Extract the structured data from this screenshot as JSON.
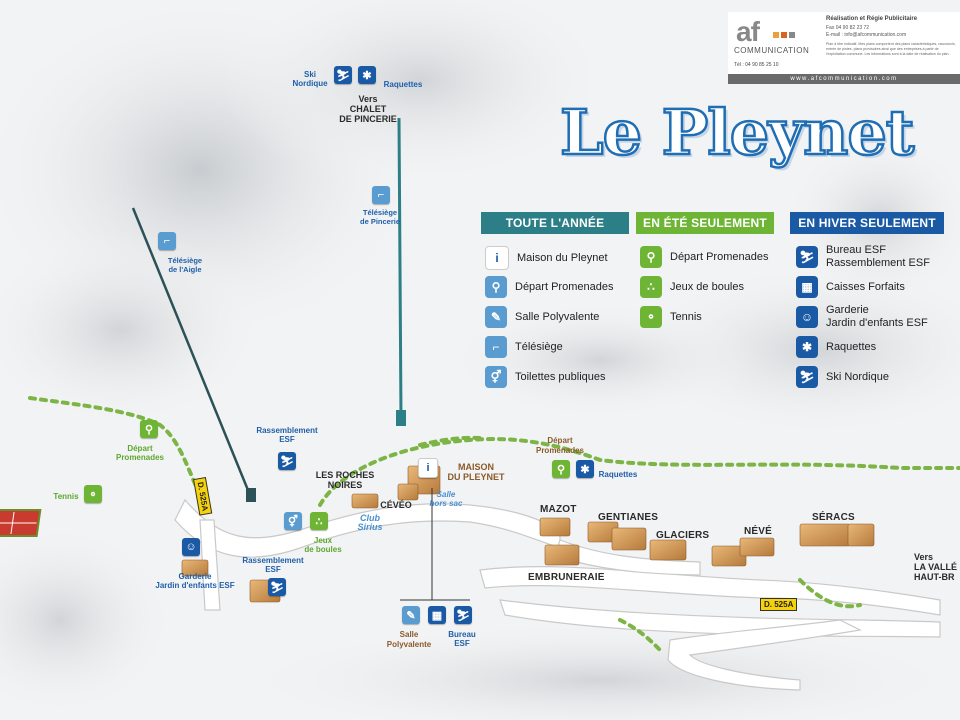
{
  "header": {
    "logo_text": "af",
    "company": "COMMUNICATION",
    "tagline": "Réalisation et Régie Publicitaire",
    "fax": "Fax 04 90 82 23 72",
    "email": "E-mail : info@afcommunication.com",
    "phone": "Tél : 04 90 85 25 10",
    "website": "www.afcommunication.com",
    "disclaimer": "Plan à titre indicatif. Mes plans comportent des plans caractéristiques, raccourcis, entrée de pistes, plans provisoires ainsi que des entreprises à partir de l'exploitation commune. Les informations sont à la date de réalisation du plan."
  },
  "title": "Le Pleynet",
  "legend": {
    "col1": {
      "header": "TOUTE L'ANNÉE",
      "items": [
        "Maison du Pleynet",
        "Départ Promenades",
        "Salle Polyvalente",
        "Télésiège",
        "Toilettes publiques"
      ]
    },
    "col2": {
      "header": "EN ÉTÉ SEULEMENT",
      "items": [
        "Départ Promenades",
        "Jeux de boules",
        "Tennis"
      ]
    },
    "col3": {
      "header": "EN HIVER SEULEMENT",
      "items": [
        "Bureau ESF\nRassemblement ESF",
        "Caisses Forfaits",
        "Garderie\nJardin d'enfants ESF",
        "Raquettes",
        "Ski Nordique"
      ]
    }
  },
  "map": {
    "ski_nordique": "Ski\nNordique",
    "raquettes_top": "Raquettes",
    "vers_chalet": "Vers\nCHALET\nDE PINCERIE",
    "telesiege_pincerie": "Télésiège\nde Pincerie",
    "telesiege_aigle": "Télésiège\nde l'Aigle",
    "depart_promenades_left": "Départ\nPromenades",
    "rassemblement_esf_top": "Rassemblement\nESF",
    "tennis": "Tennis",
    "les_roches_noires": "LES ROCHES\nNOIRES",
    "ceveo": "CÉVÉO",
    "maison_du_pleynet": "MAISON\nDU PLEYNET",
    "salle_hors_sac": "Salle\nhors sac",
    "club_sirius": "Club\nSirius",
    "jeux_de_boules": "Jeux\nde boules",
    "garderie": "Garderie\nJardin d'enfants ESF",
    "rassemblement_esf_bottom": "Rassemblement\nESF",
    "salle_polyvalente": "Salle\nPolyvalente",
    "bureau_esf": "Bureau\nESF",
    "depart_promenades_center": "Départ\nPromenades",
    "raquettes_center": "Raquettes",
    "mazot": "MAZOT",
    "gentianes": "GENTIANES",
    "glaciers": "GLACIERS",
    "neve": "NÉVÉ",
    "seracs": "SÉRACS",
    "embruneraie": "EMBRUNERAIE",
    "vers_vallee": "Vers\nLA VALLÉ\nHAUT-BR",
    "road_d525a_left": "D. 525A",
    "road_d525a_right": "D. 525A"
  },
  "colors": {
    "blue": "#1a5aa5",
    "green": "#6fb535",
    "teal": "#2c7f86",
    "title_stroke": "#1f6db3"
  }
}
